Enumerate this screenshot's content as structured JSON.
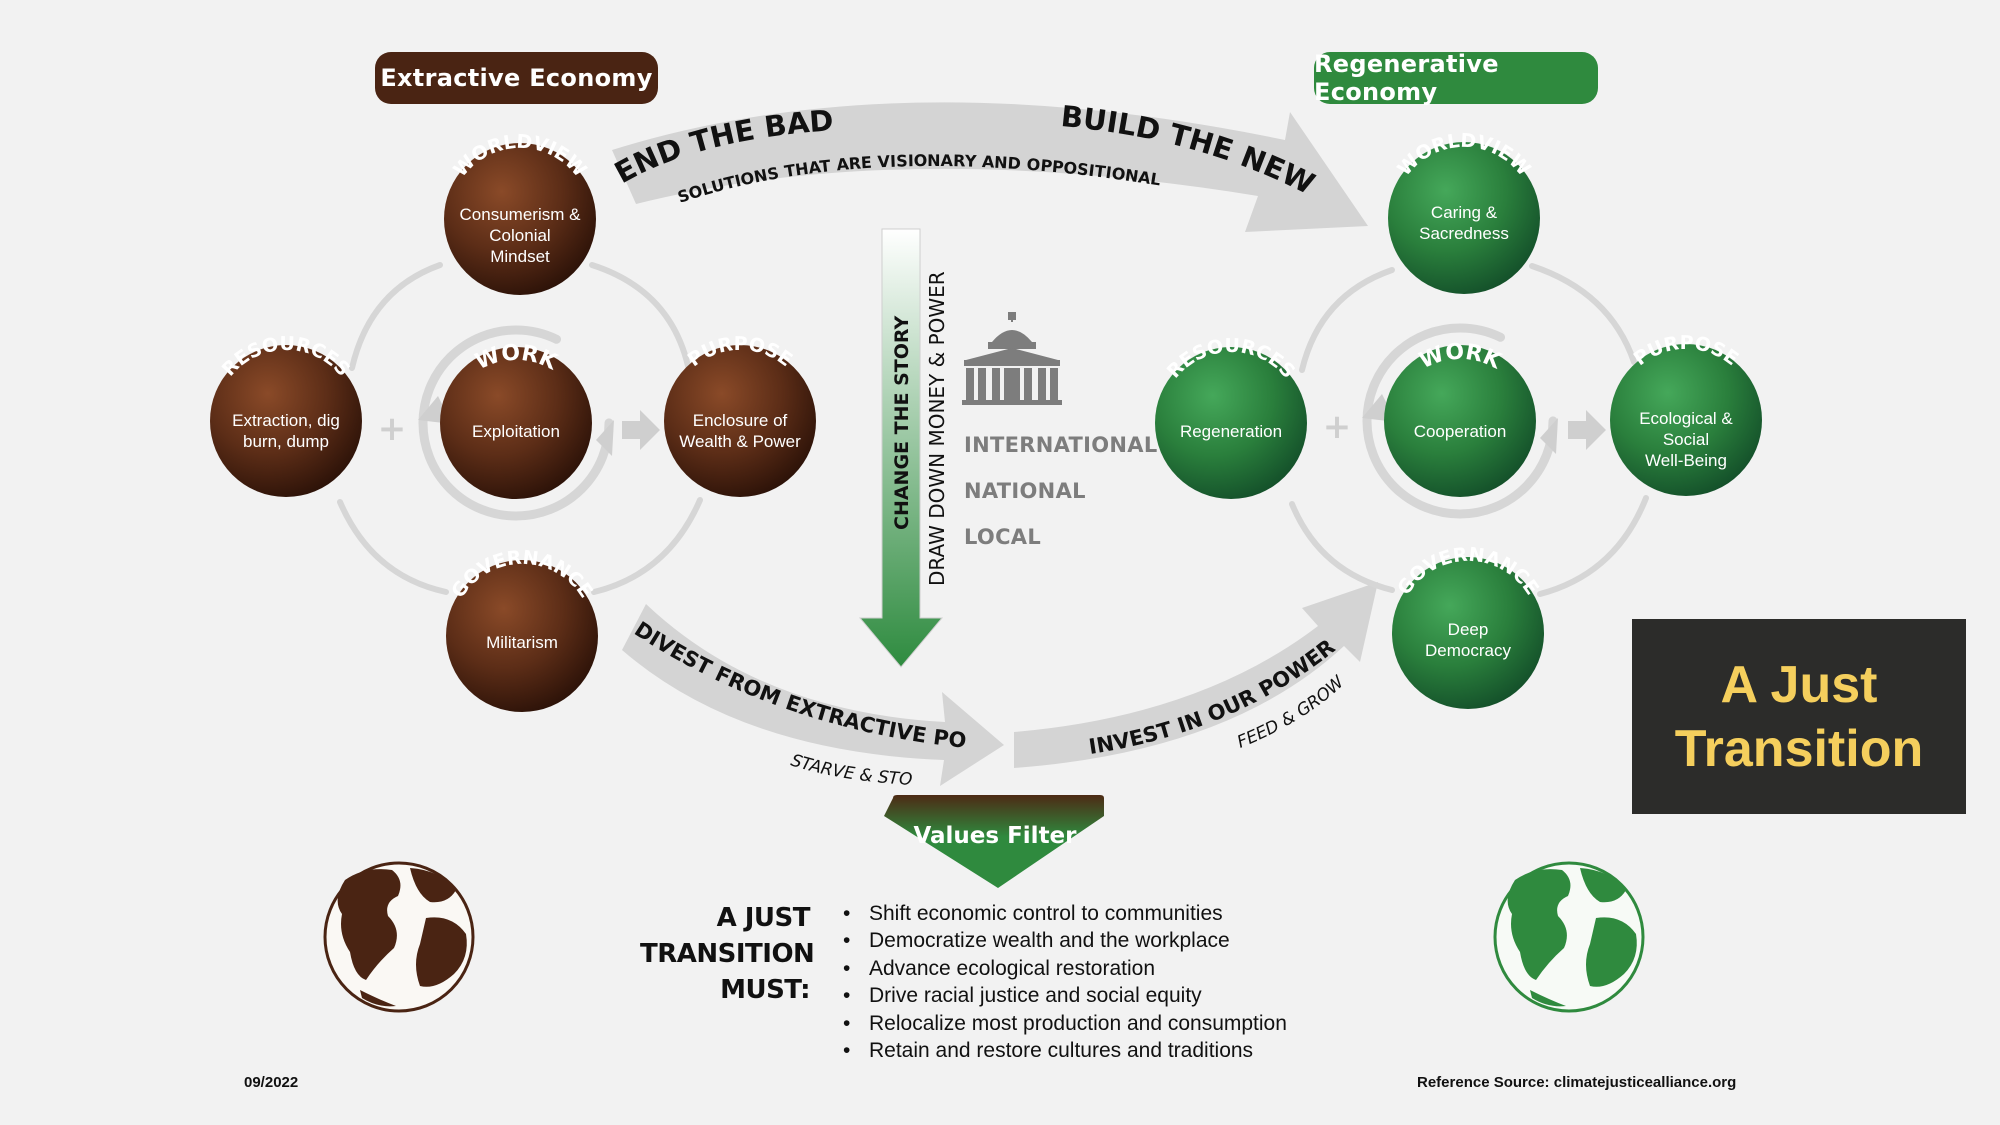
{
  "colors": {
    "extractive": "#4a2413",
    "regenerative": "#2f8a3e",
    "arrow_gray": "#d4d4d4",
    "just_box_bg": "#2c2c2a",
    "just_box_text": "#f5cf5d"
  },
  "extractive": {
    "title": "Extractive Economy",
    "worldview": {
      "label": "WORLDVIEW",
      "text": "Consumerism &\nColonial\nMindset"
    },
    "resources": {
      "label": "RESOURCES",
      "text": "Extraction, dig\nburn, dump"
    },
    "work": {
      "label": "WORK",
      "text": "Exploitation"
    },
    "purpose": {
      "label": "PURPOSE",
      "text": "Enclosure of\nWealth & Power"
    },
    "governance": {
      "label": "GOVERNANCE",
      "text": "Militarism"
    }
  },
  "regenerative": {
    "title": "Regenerative Economy",
    "worldview": {
      "label": "WORLDVIEW",
      "text": "Caring &\nSacredness"
    },
    "resources": {
      "label": "RESOURCES",
      "text": "Regeneration"
    },
    "work": {
      "label": "WORK",
      "text": "Cooperation"
    },
    "purpose": {
      "label": "PURPOSE",
      "text": "Ecological &\nSocial\nWell-Being"
    },
    "governance": {
      "label": "GOVERNANCE",
      "text": "Deep\nDemocracy"
    }
  },
  "arrows": {
    "end_the_bad": "END THE BAD",
    "build_the_new": "BUILD THE NEW",
    "solutions": "SOLUTIONS THAT ARE VISIONARY AND OPPOSITIONAL",
    "divest": "DIVEST FROM EXTRACTIVE POWER",
    "starve": "STARVE & STOP",
    "invest": "INVEST IN OUR POWER",
    "feed": "FEED & GROW",
    "change_story": "CHANGE THE STORY",
    "draw_down": "DRAW DOWN MONEY & POWER"
  },
  "levels": [
    "INTERNATIONAL",
    "NATIONAL",
    "LOCAL"
  ],
  "values_filter": "Values Filter",
  "just_transition_box": "A Just\nTransition",
  "must": {
    "heading": "A JUST\nTRANSITION\nMUST:",
    "items": [
      "Shift economic control to communities",
      "Democratize wealth and the workplace",
      "Advance ecological restoration",
      "Drive racial justice and social equity",
      "Relocalize most production and consumption",
      "Retain and restore cultures and traditions"
    ]
  },
  "footer": {
    "date": "09/2022",
    "reference": "Reference Source: climatejusticealliance.org"
  }
}
